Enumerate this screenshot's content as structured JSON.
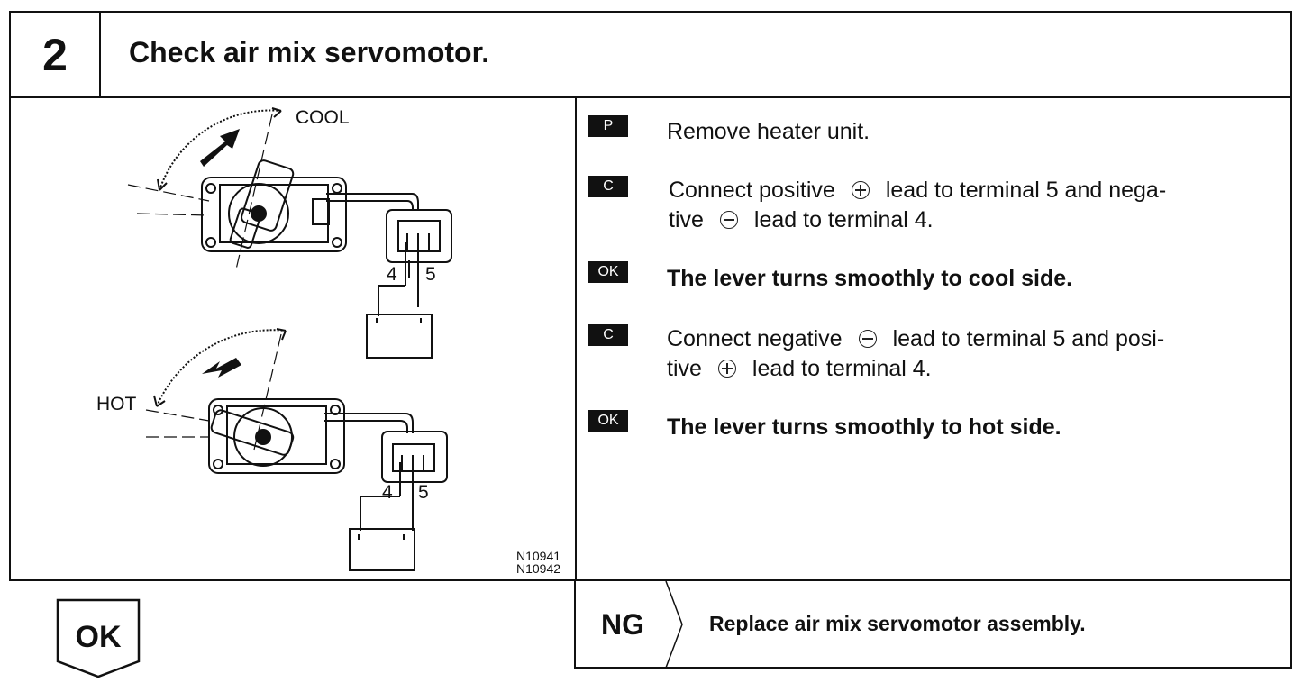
{
  "header": {
    "step_number": "2",
    "title": "Check air mix servomotor."
  },
  "figure": {
    "label_cool": "COOL",
    "label_hot": "HOT",
    "terminal_4_top": "4",
    "terminal_5_top": "5",
    "terminal_4_bottom": "4",
    "terminal_5_bottom": "5",
    "code_1": "N10941",
    "code_2": "N10942"
  },
  "steps": [
    {
      "badge": "P",
      "text": "Remove heater unit."
    },
    {
      "badge": "C",
      "line1_a": "Connect positive",
      "line1_sym": "plus-icon",
      "line1_b": "lead to terminal 5 and nega-",
      "line2_a": "tive",
      "line2_sym": "minus-icon",
      "line2_b": "lead to terminal 4."
    },
    {
      "badge": "OK",
      "text": "The lever turns smoothly to cool side."
    },
    {
      "badge": "C",
      "line1_a": "Connect negative",
      "line1_sym": "minus-icon",
      "line1_b": "lead to terminal 5 and posi-",
      "line2_a": "tive",
      "line2_sym": "plus-icon",
      "line2_b": "lead to terminal 4."
    },
    {
      "badge": "OK",
      "text": "The lever turns smoothly to hot side."
    }
  ],
  "result": {
    "ok_label": "OK",
    "ng_label": "NG",
    "ng_action": "Replace air mix servomotor assembly."
  }
}
